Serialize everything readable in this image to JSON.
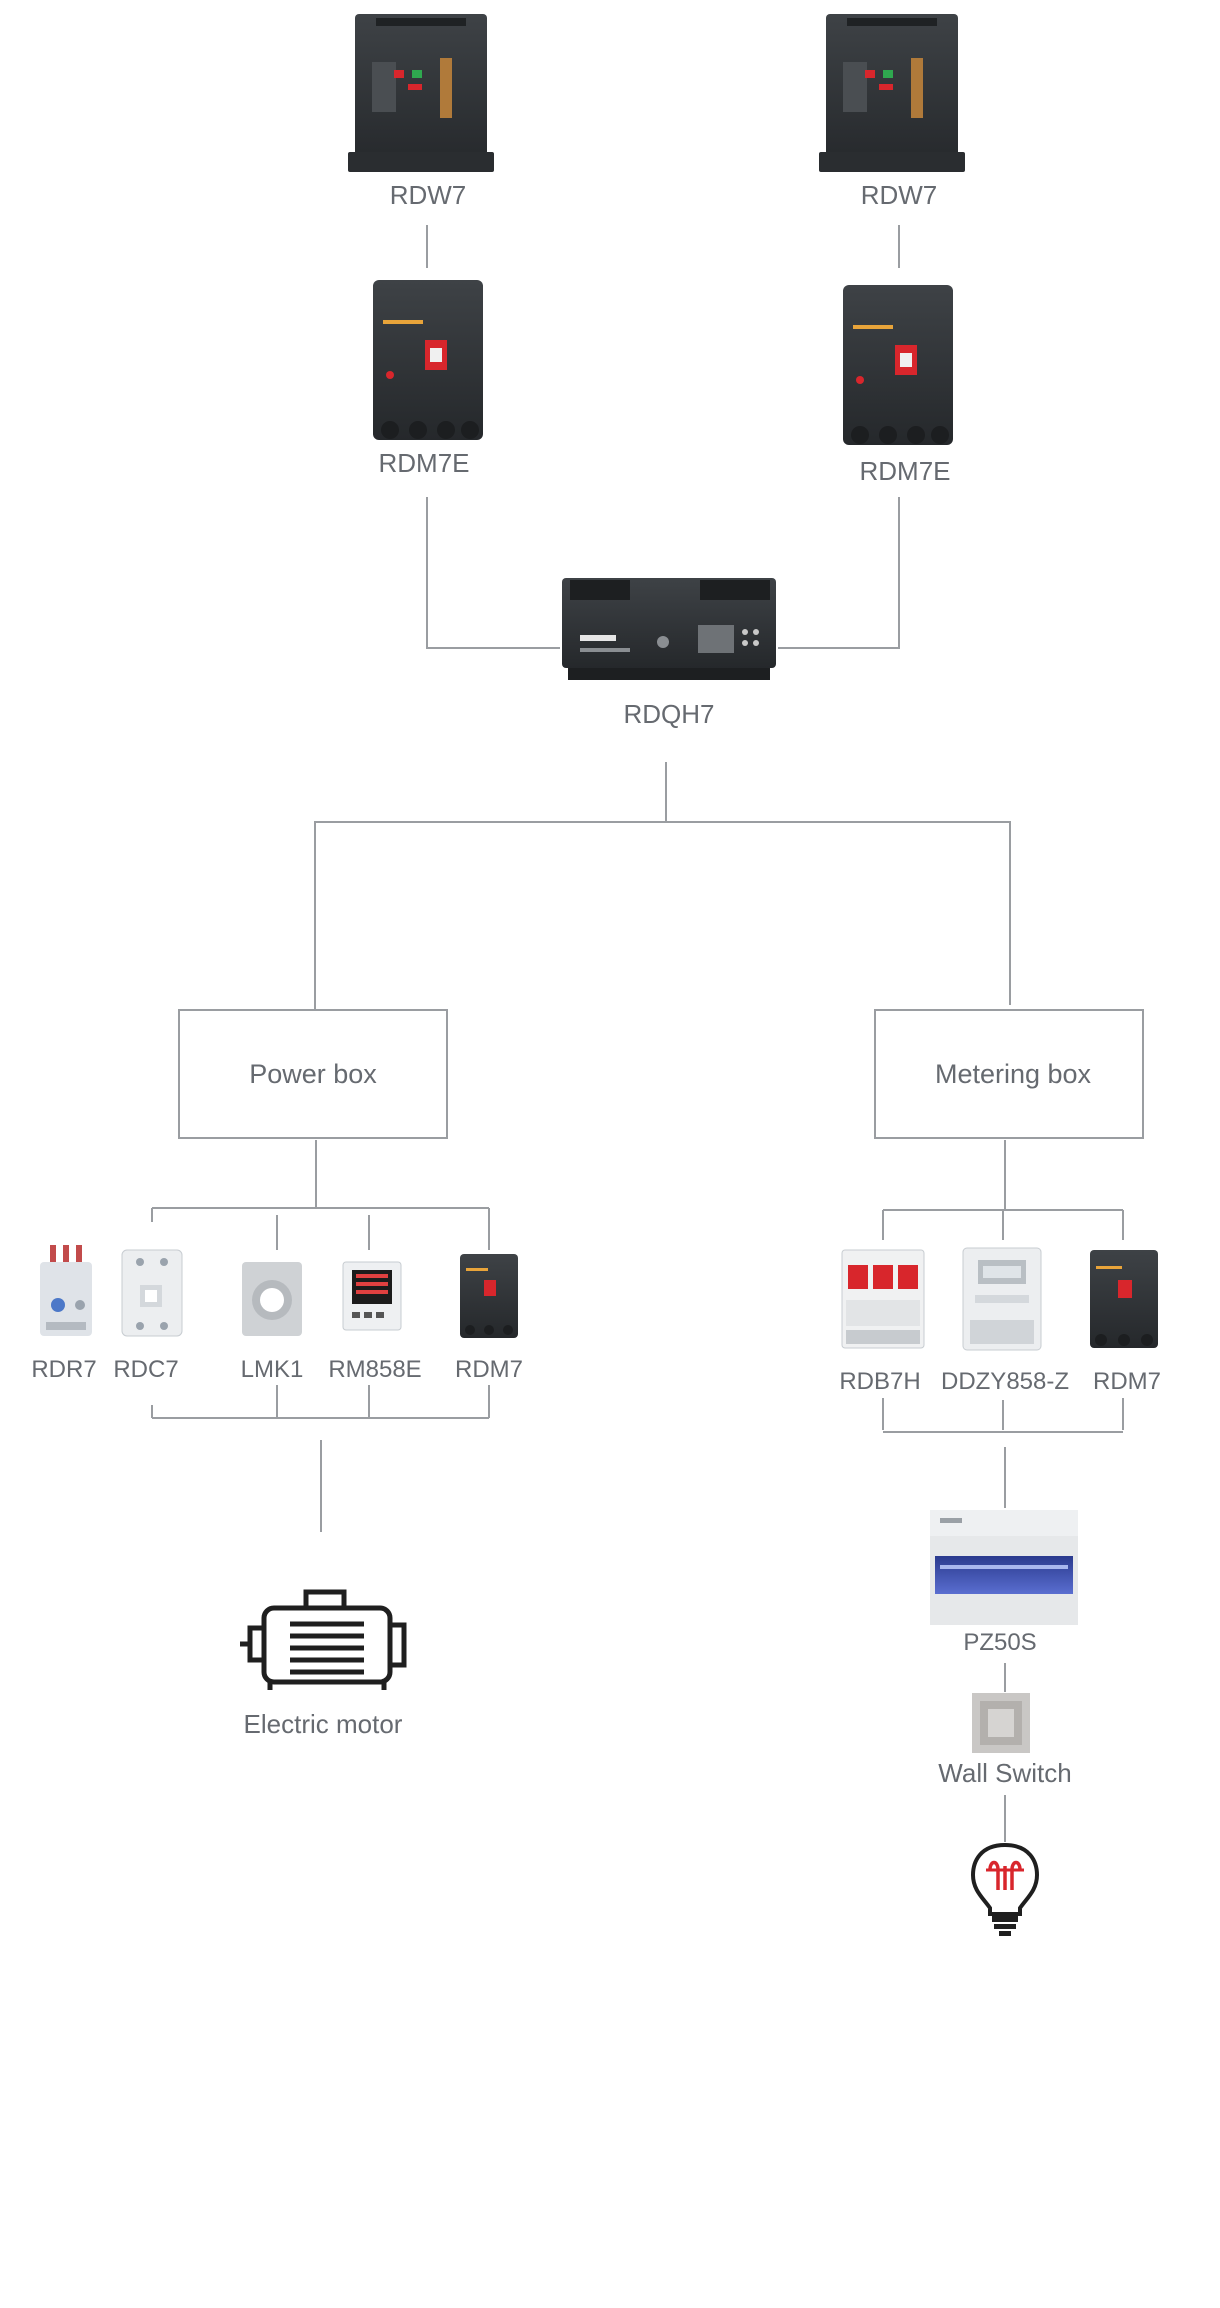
{
  "source": {
    "left": {
      "breaker_label": "RDW7",
      "mccb_label": "RDM7E"
    },
    "right": {
      "breaker_label": "RDW7",
      "mccb_label": "RDM7E"
    }
  },
  "transfer_switch": {
    "label": "RDQH7"
  },
  "power_box": {
    "title": "Power box",
    "components": [
      "RDR7",
      "RDC7",
      "LMK1",
      "RM858E",
      "RDM7"
    ],
    "load": "Electric motor"
  },
  "metering_box": {
    "title": "Metering box",
    "components": [
      "RDB7H",
      "DDZY858-Z",
      "RDM7"
    ],
    "distribution_box": "PZ50S",
    "switch": "Wall Switch",
    "load_icon": "light-bulb-icon"
  },
  "colors": {
    "line": "#9a9da1",
    "label": "#666a70",
    "device_dark": "#2f3236",
    "accent_red": "#d8262c",
    "accent_green": "#2fa84f"
  }
}
